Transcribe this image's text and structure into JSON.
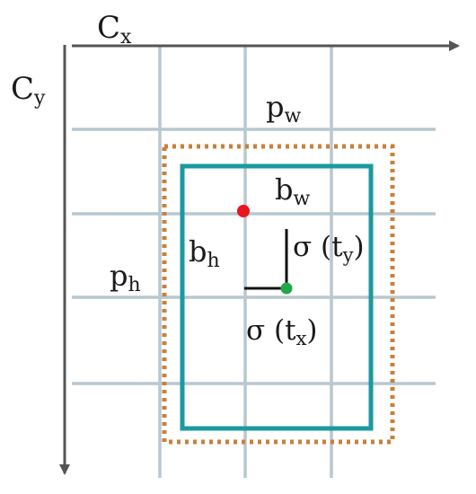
{
  "axes": {
    "x_label": {
      "base": "C",
      "sub": "x"
    },
    "y_label": {
      "base": "C",
      "sub": "y"
    }
  },
  "labels": {
    "pw": {
      "base": "p",
      "sub": "w"
    },
    "ph": {
      "base": "p",
      "sub": "h"
    },
    "bw": {
      "base": "b",
      "sub": "w"
    },
    "bh": {
      "base": "b",
      "sub": "h"
    },
    "sigma_ty": {
      "pre": "σ (t",
      "sub": "y",
      "post": ")"
    },
    "sigma_tx": {
      "pre": "σ (t",
      "sub": "x",
      "post": ")"
    }
  },
  "colors": {
    "grid": "#b9c7d0",
    "axis": "#555555",
    "prior_box": "#c8813a",
    "predicted_box": "#1a9aa0",
    "top_left_point": "#e8161e",
    "center_point": "#22a74a",
    "offset_lines": "#111111"
  }
}
